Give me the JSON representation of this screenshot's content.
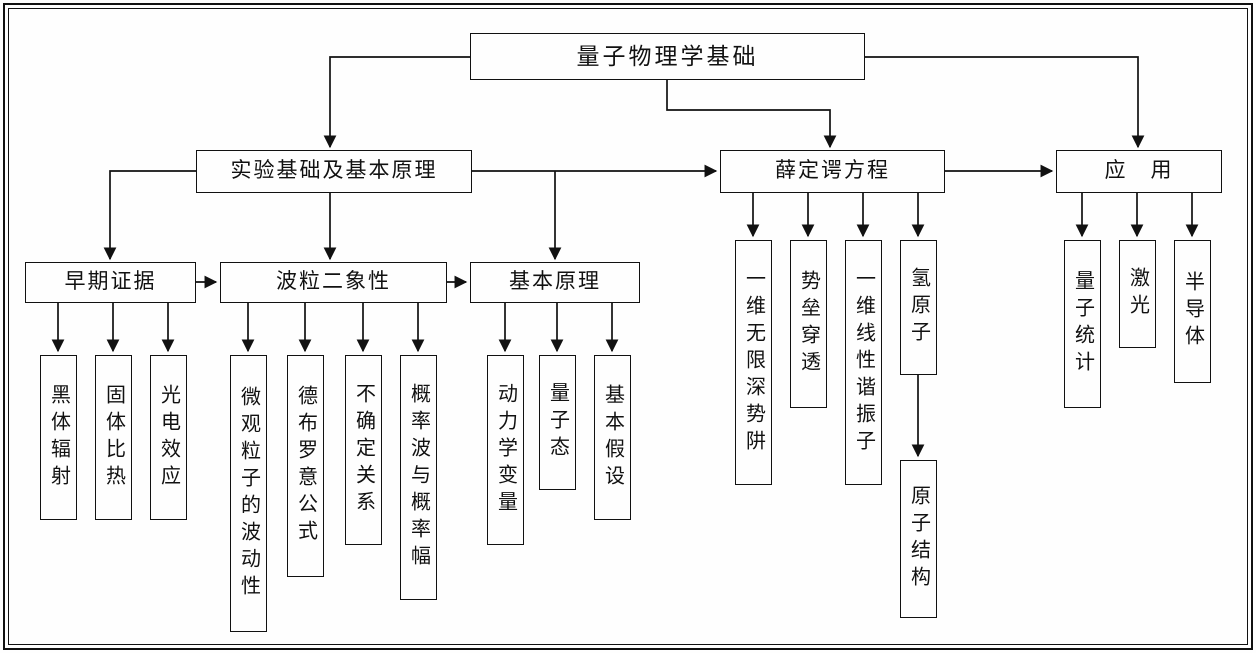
{
  "diagram": {
    "title": "量子物理学基础",
    "colors": {
      "line": "#000000",
      "background": "#ffffff"
    },
    "nodes": {
      "experimental": "实验基础及基本原理",
      "schrodinger": "薛定谔方程",
      "applications": "应　用",
      "early_evidence": "早期证据",
      "wave_particle": "波粒二象性",
      "basic_principles": "基本原理",
      "blackbody": "黑体辐射",
      "solid_heat": "固体比热",
      "photoelectric": "光电效应",
      "micro_particle_wave": "微观粒子的波动性",
      "de_broglie": "德布罗意公式",
      "uncertainty": "不确定关系",
      "probability_wave": "概率波与概率幅",
      "dynamical_variables": "动力学变量",
      "quantum_state": "量子态",
      "basic_postulates": "基本假设",
      "infinite_well": "一维无限深势阱",
      "barrier_penetration": "势垒穿透",
      "harmonic_oscillator": "一维线性谐振子",
      "hydrogen_atom": "氢原子",
      "atomic_structure": "原子结构",
      "quantum_statistics": "量子统计",
      "laser": "激光",
      "semiconductor": "半导体"
    }
  }
}
